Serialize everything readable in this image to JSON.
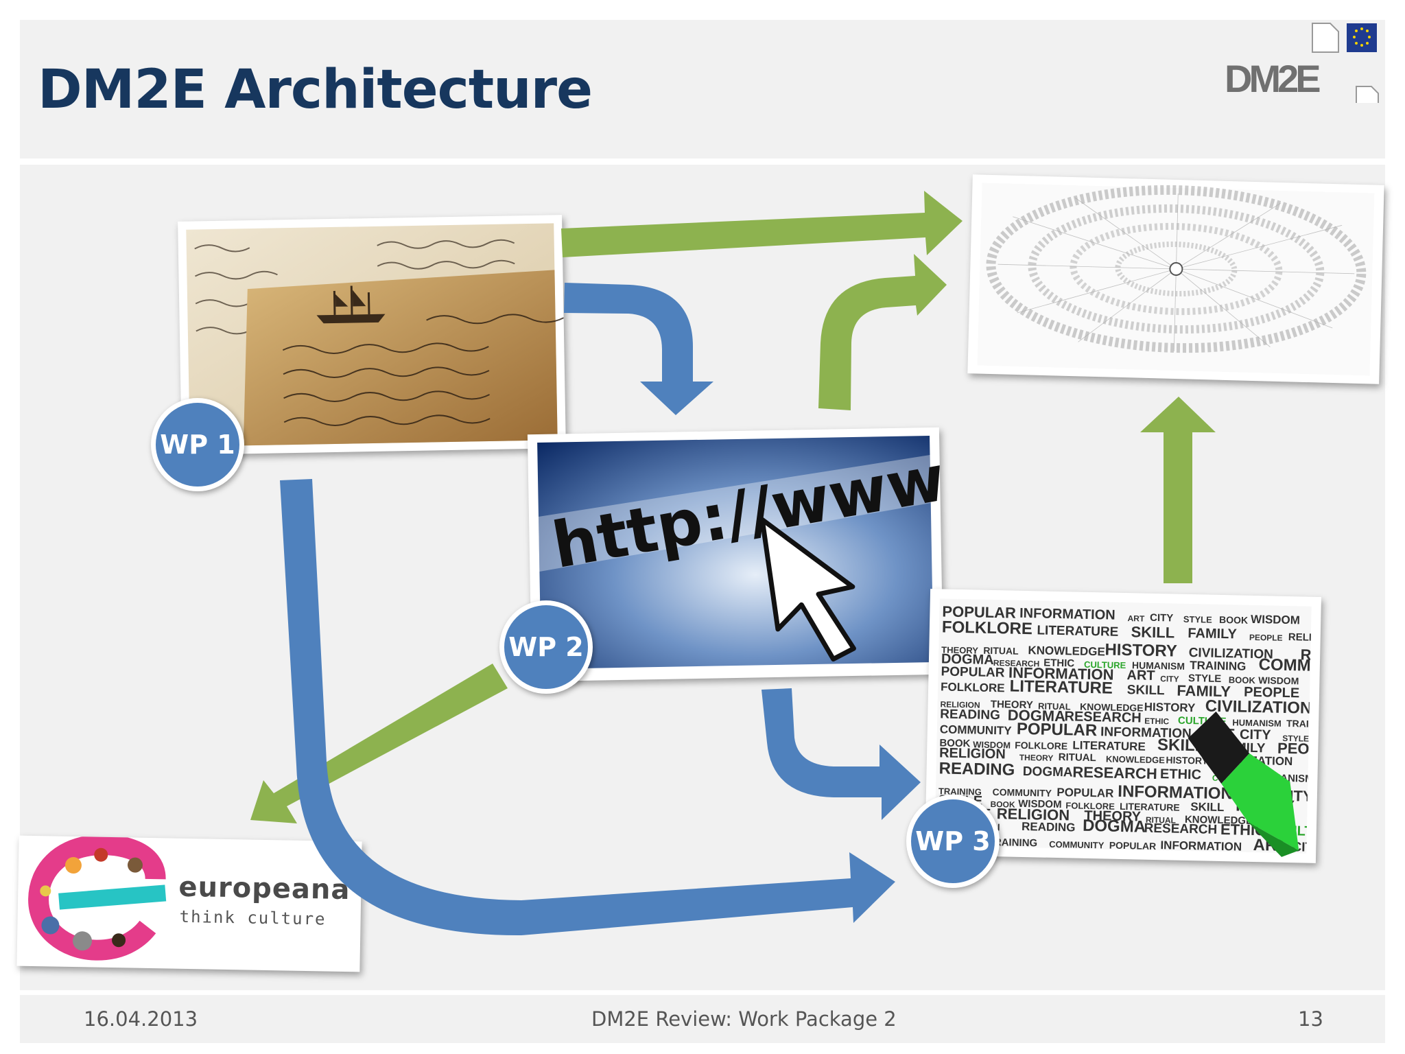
{
  "slide": {
    "title": "DM2E Architecture"
  },
  "logo": {
    "text": "DM2E"
  },
  "badges": {
    "wp1": "WP 1",
    "wp2": "WP 2",
    "wp3": "WP 3"
  },
  "images": {
    "http_text": "http://www",
    "europeana_name": "europeana",
    "europeana_tagline": "think culture",
    "wordcloud_words": [
      "POPULAR",
      "INFORMATION",
      "ART",
      "CITY",
      "STYLE",
      "BOOK",
      "WISDOM",
      "FOLKLORE",
      "LITERATURE",
      "SKILL",
      "FAMILY",
      "PEOPLE",
      "RELIGION",
      "THEORY",
      "RITUAL",
      "KNOWLEDGE",
      "HISTORY",
      "CIVILIZATION",
      "READING",
      "DOGMA",
      "RESEARCH",
      "ETHIC",
      "CULTURE",
      "HUMANISM",
      "TRAINING",
      "COMMUNITY"
    ]
  },
  "colors": {
    "title": "#17375e",
    "blue_arrow": "#4f81bd",
    "green_arrow": "#8db24f",
    "badge": "#4f81bd",
    "background": "#f1f1f1"
  },
  "footer": {
    "date": "16.04.2013",
    "center": "DM2E Review: Work Package 2",
    "page": "13"
  }
}
